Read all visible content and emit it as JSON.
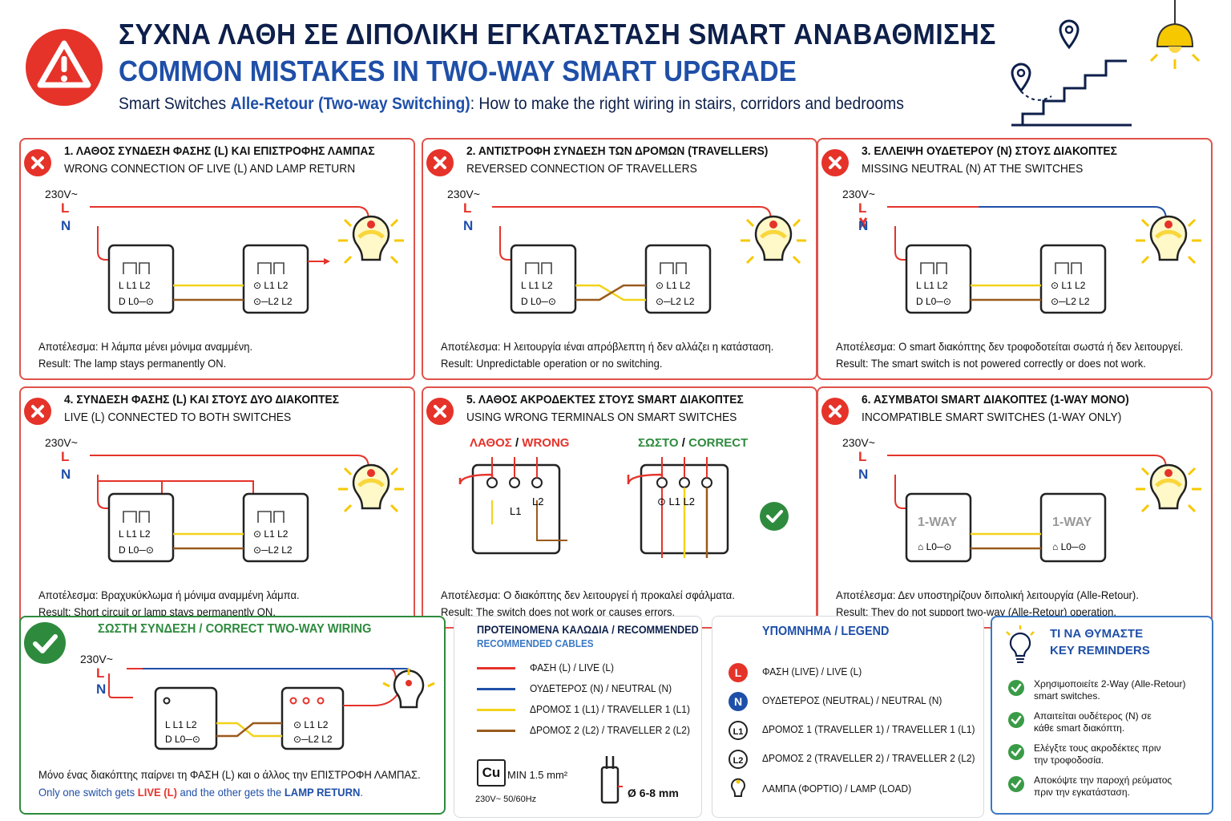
{
  "header": {
    "title_el": "ΣΥΧΝΑ ΛΑΘΗ ΣΕ ΔΙΠΟΛΙΚΗ ΕΓΚΑΤΑΣΤΑΣΗ SMART ΑΝΑΒΑΘΜΙΣΗΣ",
    "title_en": "COMMON MISTAKES IN TWO-WAY SMART UPGRADE",
    "tagline_a": "Smart Switches ",
    "tagline_b": "Alle-Retour (Two-way Switching)",
    "tagline_c": ": How to make the right wiring in stairs, corridors and bedrooms"
  },
  "common": {
    "voltage": "230V~",
    "L": "L",
    "N": "N",
    "result_prefix_el": "Αποτέλεσμα:",
    "result_prefix_en": "Result:"
  },
  "terminals": {
    "L": "L",
    "L1": "L1",
    "L2": "L2"
  },
  "mistakes": [
    {
      "title": "1. ΛΑΘΟΣ ΣΥΝΔΕΣΗ ΦΑΣΗΣ (L) ΚΑΙ ΕΠΙΣΤΡΟΦΗΣ ΛΑΜΠΑΣ",
      "subtitle": "WRONG CONNECTION OF LIVE (L) AND LAMP RETURN",
      "result_el": "Αποτέλεσμα: Η λάμπα μένει μόνιμα αναμμένη.",
      "result_en": "Result: The lamp stays permanently ON."
    },
    {
      "title": "2. ΑΝΤΙΣΤΡΟΦΗ ΣΥΝΔΕΣΗ ΤΩΝ ΔΡΟΜΩΝ (TRAVELLERS)",
      "subtitle": "REVERSED CONNECTION OF TRAVELLERS",
      "result_el": "Αποτέλεσμα: Η λειτουργία ιέναι απρόβλεπτη ή δεν αλλάζει η κατάσταση.",
      "result_en": "Result: Unpredictable operation or no switching."
    },
    {
      "title": "3. ΕΛΛΕΙΨΗ ΟΥΔΕΤΕΡΟΥ (N) ΣΤΟΥΣ ΔΙΑΚΟΠΤΕΣ",
      "subtitle": "MISSING NEUTRAL (N) AT THE SWITCHES",
      "result_el": "Αποτέλεσμα: O smart διακόπτης δεν τροφοδοτείται σωστά ή δεν λειτουργεί.",
      "result_en": "Result: The smart switch is not powered correctly or does not work."
    },
    {
      "title": "4. ΣΥΝΔΕΣΗ ΦΑΣΗΣ (L) ΚΑΙ ΣΤΟΥΣ ΔΥΟ ΔΙΑΚΟΠΤΕΣ",
      "subtitle": "LIVE (L) CONNECTED TO BOTH SWITCHES",
      "result_el": "Αποτέλεσμα: Βραχυκύκλωμα ή μόνιμα αναμμένη λάμπα.",
      "result_en": "Result: Short circuit or lamp stays permanently ON."
    },
    {
      "title": "5. ΛΑΘΟΣ ΑΚΡΟΔΕΚΤΕΣ ΣΤΟΥΣ SMART ΔΙΑΚΟΠΤΕΣ",
      "subtitle": "USING WRONG TERMINALS ON SMART SWITCHES",
      "result_el": "Αποτέλεσμα: Ο διακόπτης δεν λειτουργεί ή προκαλεί σφάλματα.",
      "result_en": "Result: The switch does not work or causes errors.",
      "wrong_el": "ΛΑΘΟΣ",
      "wrong_en": "WRONG",
      "correct_el": "ΣΩΣΤΟ",
      "correct_en": "CORRECT"
    },
    {
      "title": "6. ΑΣΥΜΒΑΤΟΙ SMART ΔΙΑΚΟΠΤΕΣ (1-WAY MONO)",
      "subtitle": "INCOMPATIBLE SMART SWITCHES (1-WAY ONLY)",
      "result_el": "Αποτέλεσμα: Δεν υποστηρίζουν διπολική λειτουργία (Alle-Retour).",
      "result_en": "Result: They do not support two-way (Alle-Retour) operation.",
      "oneway": "1-WAY"
    }
  ],
  "correct": {
    "title": "ΣΩΣΤΗ ΣΥΝΔΕΣΗ / CORRECT TWO-WAY WIRING",
    "note_el": "Μόνο ένας διακόπτης παίρνει τη ΦΑΣΗ (L) και ο άλλος την ΕΠΙΣΤΡΟΦΗ ΛΑΜΠΑΣ.",
    "note_en_a": "Only one switch gets ",
    "note_en_b": "LIVE (L)",
    "note_en_c": " and the other gets the ",
    "note_en_d": "LAMP RETURN",
    "note_en_e": "."
  },
  "cables": {
    "title": "ΠΡΟΤΕΙΝΟΜΕΝΑ ΚΑΛΩΔΙΑ / RECOMMENDED",
    "subtitle": "RECOMMENDED CABLES",
    "rows": [
      {
        "label": "ΦΑΣΗ (L) / LIVE (L)",
        "color": "#e5332a"
      },
      {
        "label": "ΟΥΔΕΤΕΡΟΣ (N) / NEUTRAL (N)",
        "color": "#1f4fa8"
      },
      {
        "label": "ΔΡΟΜΟΣ 1 (L1) / TRAVELLER 1 (L1)",
        "color": "#f2d31b"
      },
      {
        "label": "ΔΡΟΜΟΣ 2 (L2) / TRAVELLER 2 (L2)",
        "color": "#9a5a1c"
      }
    ],
    "cu": "Cu",
    "min": "MIN 1.5 mm²",
    "supply": "230V~ 50/60Hz",
    "strip": "Ø 6-8 mm"
  },
  "legend": {
    "title": "ΥΠΟΜΝΗΜΑ / LEGEND",
    "rows": [
      {
        "badge": "L",
        "label": "ΦΑΣΗ (LIVE) / LIVE (L)"
      },
      {
        "badge": "N",
        "label": "ΟΥΔΕΤΕΡΟΣ (NEUTRAL) / NEUTRAL (N)"
      },
      {
        "badge": "L1",
        "label": "ΔΡΟΜΟΣ 1 (TRAVELLER 1) / TRAVELLER 1 (L1)"
      },
      {
        "badge": "L2",
        "label": "ΔΡΟΜΟΣ 2 (TRAVELLER 2) / TRAVELLER 2 (L2)"
      },
      {
        "badge": "",
        "label": "ΛΑΜΠΑ (ΦΟΡΤΙΟ) / LAMP (LOAD)"
      }
    ]
  },
  "reminders": {
    "title_el": "ΤΙ ΝΑ ΘΥΜΑΣΤΕ",
    "title_en": "KEY REMINDERS",
    "items": [
      {
        "l1": "Χρησιμοποιείτε 2-Way (Alle-Retour)",
        "l2": "smart switches."
      },
      {
        "l1": "Απαιτείται ουδέτερος (N) σε",
        "l2": "κάθε smart διακόπτη."
      },
      {
        "l1": "Ελέγξτε τους ακροδέκτες πριν",
        "l2": "την τροφοδοσία."
      },
      {
        "l1": "Αποκόψτε την παροχή ρεύματος",
        "l2": "πριν την εγκατάσταση."
      }
    ]
  }
}
